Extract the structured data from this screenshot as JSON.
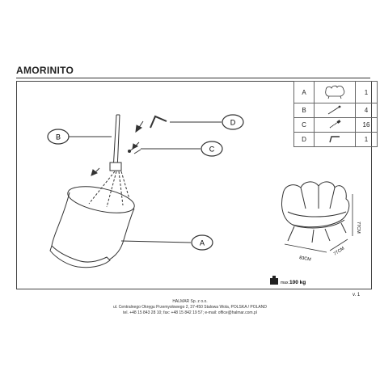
{
  "title": "AMORINITO",
  "callouts": [
    "A",
    "B",
    "C",
    "D"
  ],
  "parts": [
    {
      "code": "A",
      "icon": "armchair-icon",
      "qty": "1"
    },
    {
      "code": "B",
      "icon": "leg-icon",
      "qty": "4"
    },
    {
      "code": "C",
      "icon": "screw-icon",
      "qty": "16"
    },
    {
      "code": "D",
      "icon": "allen-key-icon",
      "qty": "1"
    }
  ],
  "dimensions": {
    "width": "83CM",
    "depth": "77CM",
    "height": "77CM"
  },
  "max_load": {
    "prefix": "max.",
    "value": "100 kg"
  },
  "version": "v. 1",
  "footer": {
    "company": "HALMAR Sp. z o.o.",
    "address": "ul. Centralnego Okręgu Przemysłowego 2, 37-450 Stalowa Wola, POLSKA / POLAND",
    "contact": "tel. +48 15 843 28 10; fax: +48 15 842 19 57; e-mail: office@halmar.com.pl"
  }
}
